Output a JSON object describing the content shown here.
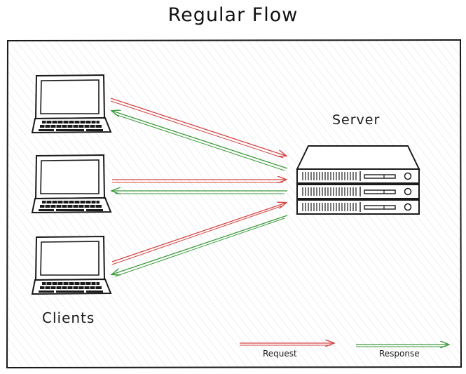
{
  "diagram": {
    "title": "Regular Flow",
    "server_label": "Server",
    "clients_label": "Clients",
    "legend": {
      "request_label": "Request",
      "response_label": "Response"
    },
    "colors": {
      "request": "#d64545",
      "response": "#3d9a3d",
      "ink": "#1a1a1a",
      "hatch": "#d4d4d4"
    },
    "icons": {
      "client": "laptop-icon",
      "server": "server-rack-icon"
    }
  }
}
